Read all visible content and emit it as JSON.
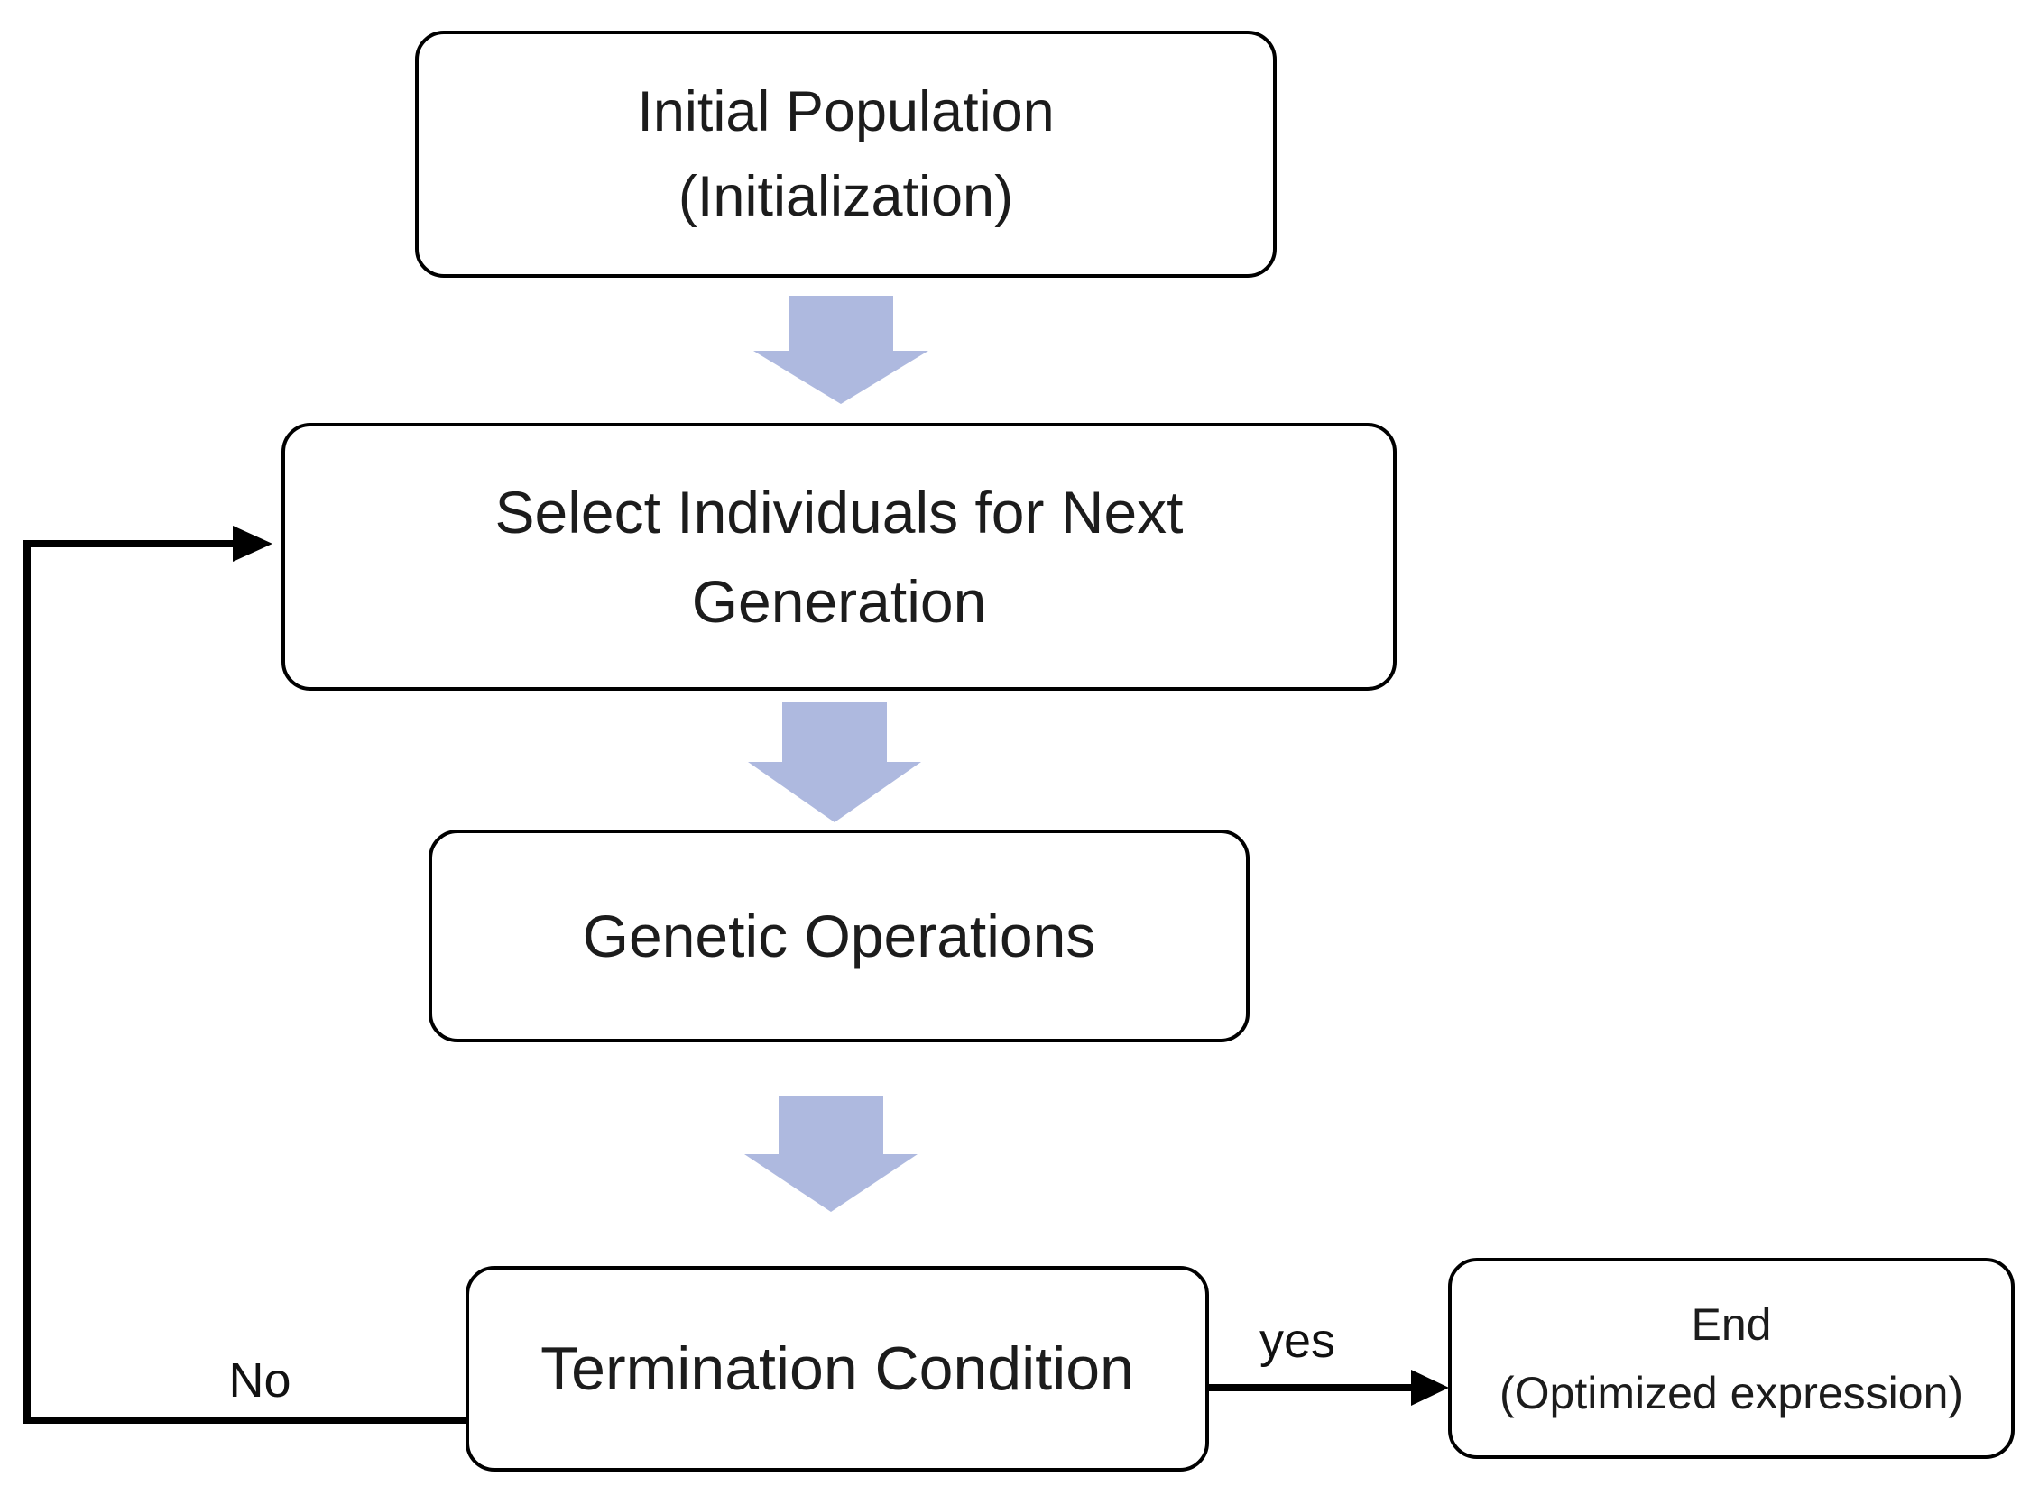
{
  "flowchart": {
    "colors": {
      "background": "#ffffff",
      "box_fill": "#ffffff",
      "box_border": "#000000",
      "text": "#1c1c1c",
      "flow_arrow_fill": "#aeb9df",
      "connector": "#000000"
    },
    "nodes": {
      "initial_population": {
        "line1": "Initial Population",
        "line2": "(Initialization)"
      },
      "select_individuals": {
        "line1": "Select Individuals for Next",
        "line2": "Generation"
      },
      "genetic_operations": {
        "label": "Genetic Operations"
      },
      "termination_condition": {
        "label": "Termination Condition"
      },
      "end": {
        "line1": "End",
        "line2": "(Optimized expression)"
      }
    },
    "edge_labels": {
      "no": "No",
      "yes": "yes"
    }
  }
}
